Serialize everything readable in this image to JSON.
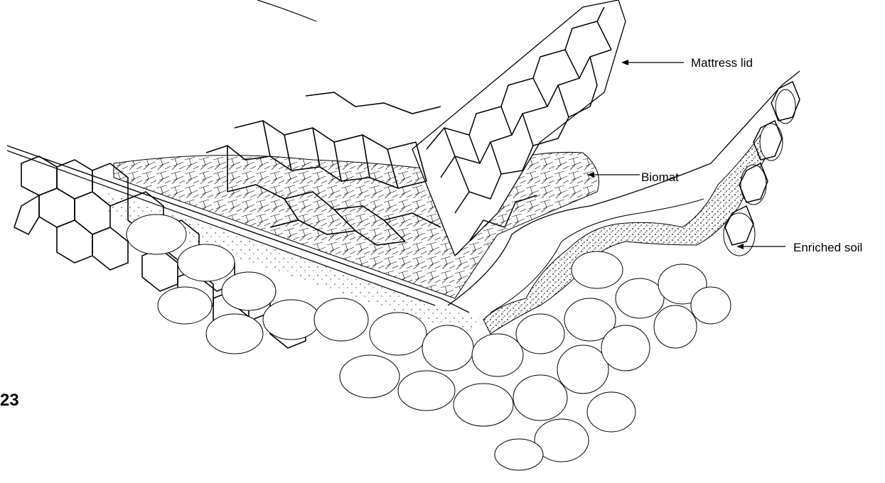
{
  "labels": {
    "mattress_lid": "Mattress lid",
    "biomat": "Biomat",
    "enriched_soil": "Enriched soil"
  },
  "page_number": "23",
  "colors": {
    "ink": "#000000",
    "paper": "#ffffff"
  }
}
